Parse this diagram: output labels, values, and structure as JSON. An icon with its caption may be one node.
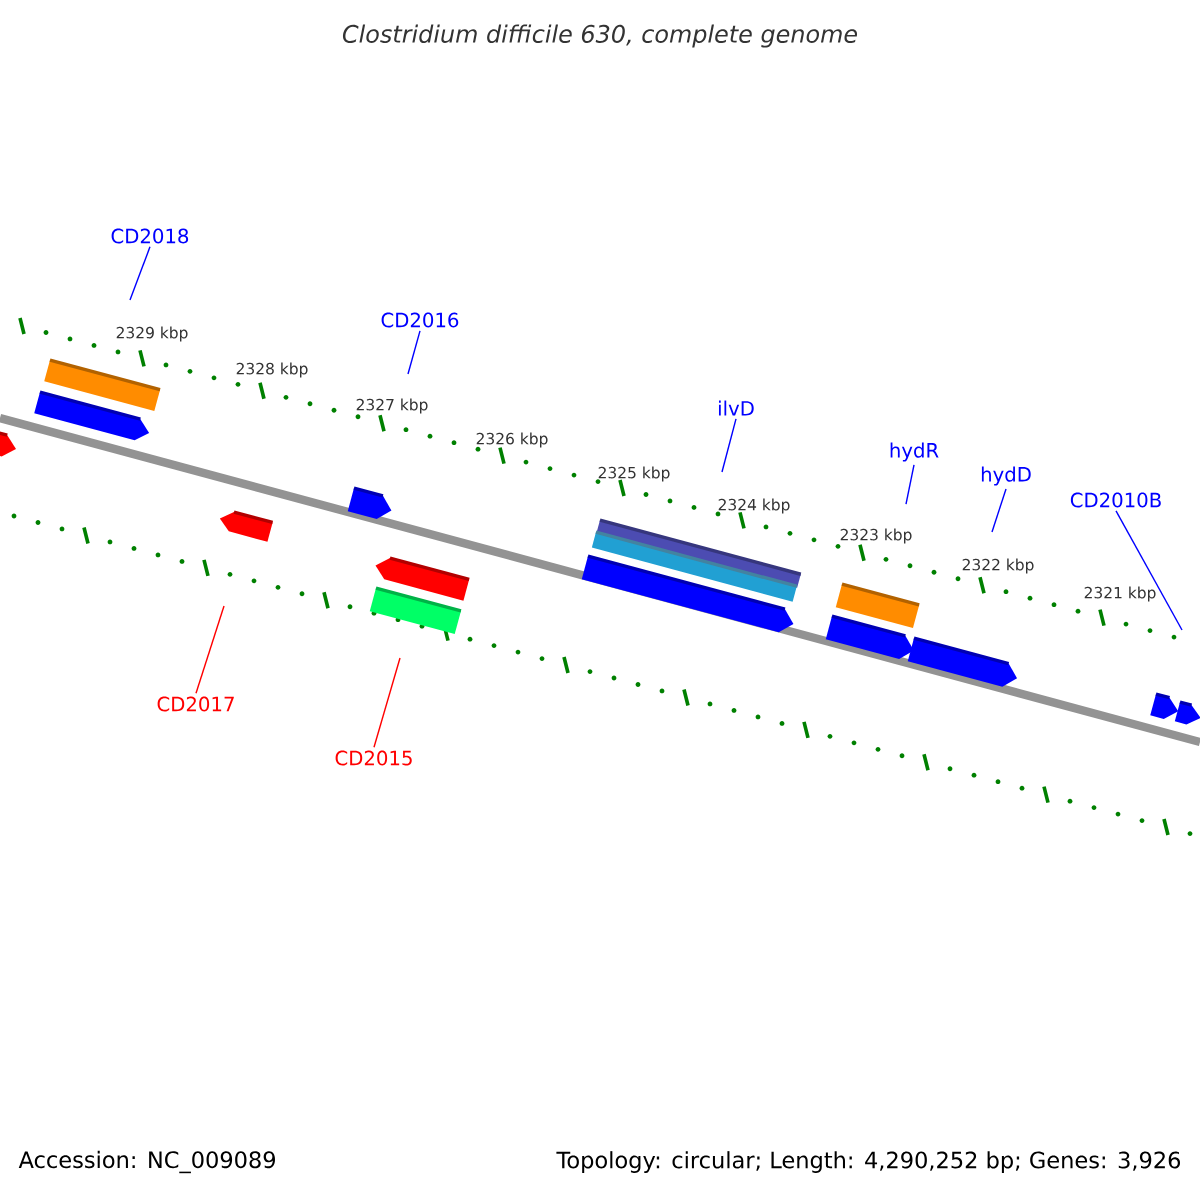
{
  "diagram": {
    "title": "Clostridium difficile 630, complete genome",
    "nodes": [
      {
        "text": [
          "CD2018"
        ]
      },
      {
        "text": [
          "CD2016"
        ]
      },
      {
        "text": [
          "ilvD"
        ]
      },
      {
        "text": [
          "hydR"
        ]
      },
      {
        "text": [
          "hydD"
        ]
      },
      {
        "text": [
          "CD2010B"
        ]
      },
      {
        "text": [
          "CD2017"
        ]
      },
      {
        "text": [
          "CD2015"
        ]
      }
    ],
    "edges": [
      {
        "from": 0,
        "to": null,
        "arrow": "none"
      },
      {
        "from": 1,
        "to": null,
        "arrow": "none"
      },
      {
        "from": 2,
        "to": null,
        "arrow": "none"
      },
      {
        "from": 3,
        "to": null,
        "arrow": "none"
      },
      {
        "from": 4,
        "to": null,
        "arrow": "none"
      },
      {
        "from": 5,
        "to": null,
        "arrow": "none"
      },
      {
        "from": 6,
        "to": null,
        "arrow": "none",
        "color": "#ff0000"
      },
      {
        "from": 7,
        "to": null,
        "arrow": "none",
        "color": "#ff0000"
      }
    ],
    "labels": [
      "2329 kbp",
      "2328 kbp",
      "2327 kbp",
      "2326 kbp",
      "2325 kbp",
      "2324 kbp",
      "2323 kbp",
      "2322 kbp",
      "2321 kbp",
      "Accession: NC_009089",
      "Topology: circular; Length: 4,290,252 bp; Genes: 3,926"
    ]
  }
}
